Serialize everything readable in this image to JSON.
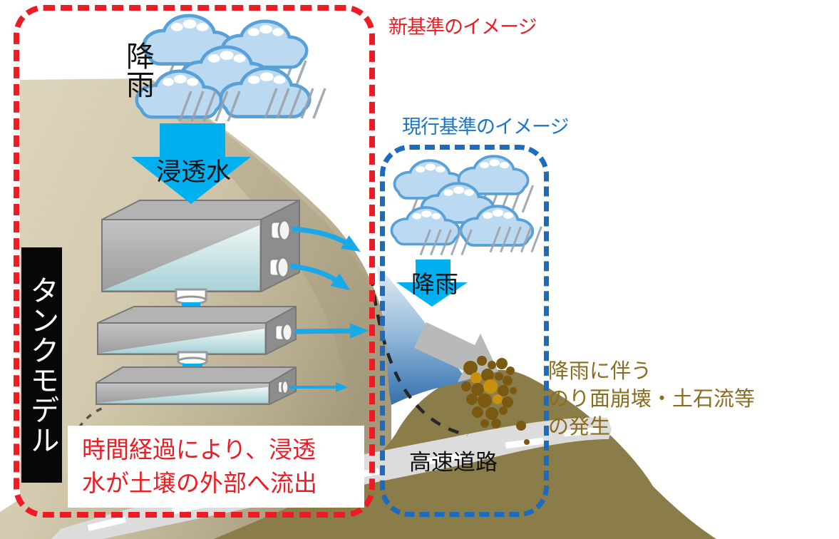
{
  "legend": {
    "new_standard_label": "新基準のイメージ",
    "current_standard_label": "現行基準のイメージ"
  },
  "new_standard_panel": {
    "rainfall_label": "降雨",
    "infiltration_label": "浸透水",
    "tank_model_label": "タンクモデル",
    "caption_lines": [
      "時間経過により、浸透",
      "水が土壌の外部へ流出"
    ]
  },
  "current_standard_panel": {
    "rainfall_label": "降雨",
    "highway_label": "高速道路",
    "hazard_lines": [
      "降雨に伴う",
      "のり面崩壊・土石流等",
      "の発生"
    ]
  },
  "colors": {
    "new_standard_accent": "#ed1c24",
    "current_standard_accent": "#1c6bbd",
    "water_arrow": "#00b0f0",
    "hazard_text": "#8a6d20",
    "hill": "#8b7d49",
    "debris_dark": "#7a5a12",
    "debris_gold": "#c8920e"
  }
}
